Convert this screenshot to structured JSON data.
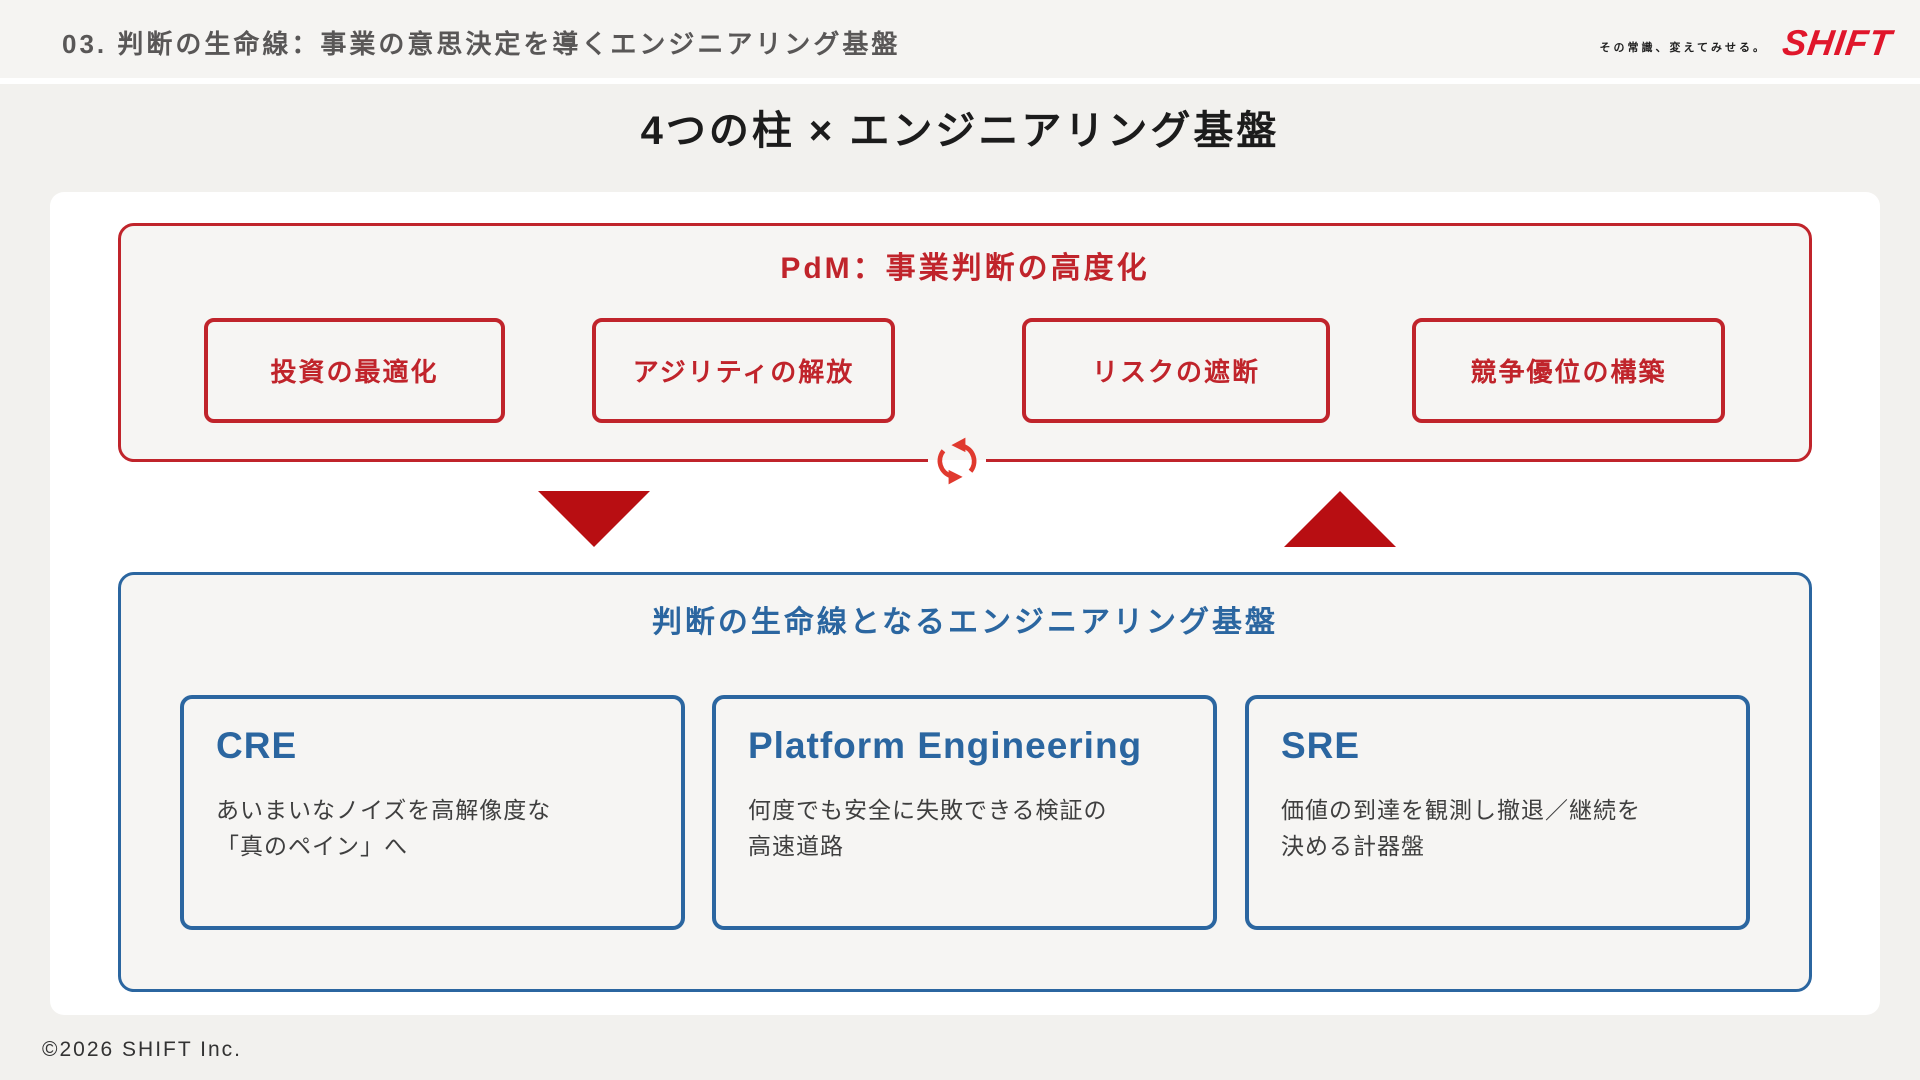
{
  "header": {
    "title": "03. 判断の生命線：事業の意思決定を導くエンジニアリング基盤",
    "tagline": "その常識、変えてみせる。",
    "logo": "SHIFT"
  },
  "slide_title": "4つの柱 × エンジニアリング基盤",
  "pdm_section": {
    "title": "PdM：事業判断の高度化",
    "pillars": [
      "投資の最適化",
      "アジリティの解放",
      "リスクの遮断",
      "競争優位の構築"
    ]
  },
  "foundation_section": {
    "title": "判断の生命線となるエンジニアリング基盤",
    "items": [
      {
        "title": "CRE",
        "description": "あいまいなノイズを高解像度な\n「真のペイン」へ"
      },
      {
        "title": "Platform Engineering",
        "description": "何度でも安全に失敗できる検証の\n高速道路"
      },
      {
        "title": "SRE",
        "description": "価値の到達を観測し撤退／継続を\n決める計器盤"
      }
    ]
  },
  "footer": {
    "copyright": "©2026 SHIFT Inc."
  },
  "icons": {
    "cycle": "cycle-refresh-icon",
    "arrow_down": "arrow-down-icon",
    "arrow_up": "arrow-up-icon"
  },
  "colors": {
    "brand_red": "#e0162b",
    "box_red": "#c0242b",
    "triangle_red": "#b80e12",
    "cycle_red": "#e0392e",
    "box_blue": "#2b66a0",
    "page_bg": "#f2f1ee",
    "card_bg": "#ffffff",
    "panel_bg": "#f6f5f3"
  }
}
